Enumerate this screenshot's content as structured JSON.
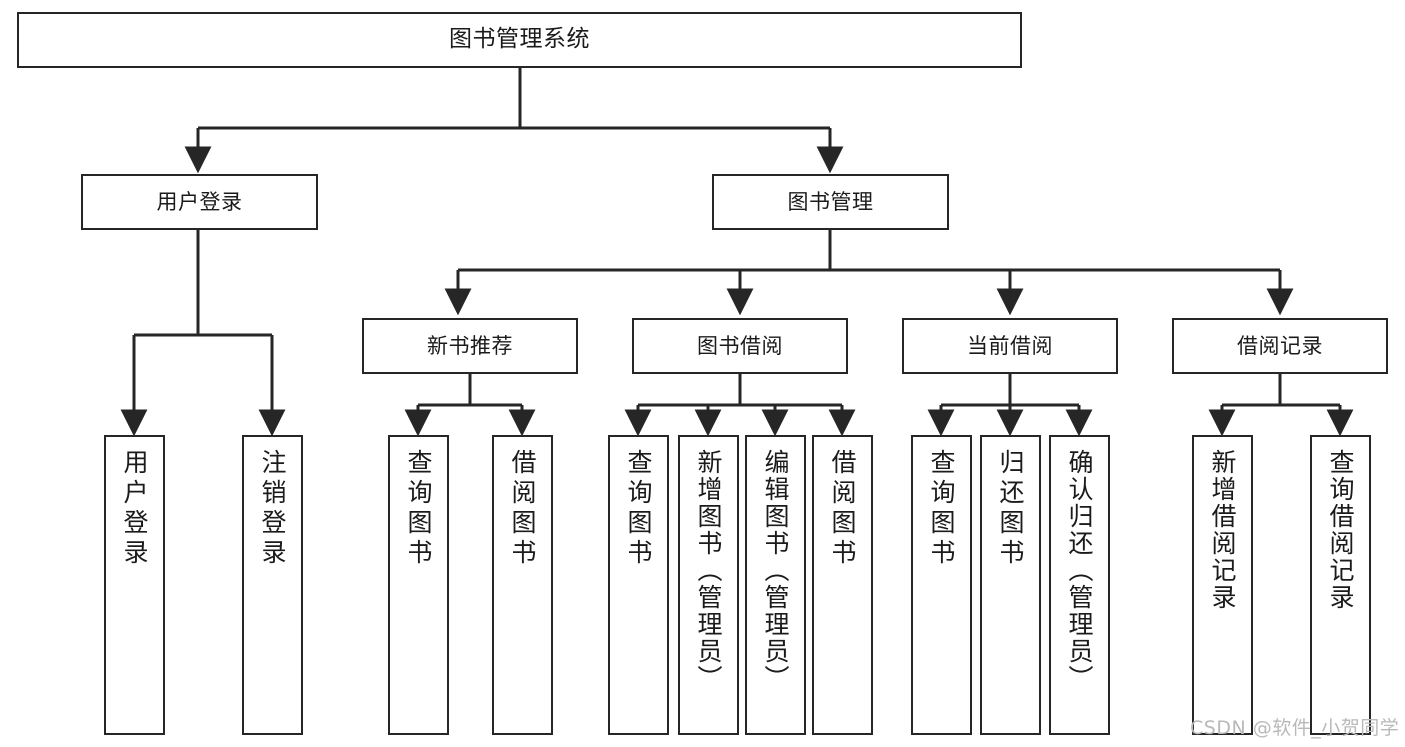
{
  "diagram": {
    "title": "图书管理系统",
    "type": "tree-hierarchy-chart",
    "root": {
      "id": "root",
      "label": "图书管理系统"
    },
    "level1": [
      {
        "id": "user-login",
        "label": "用户登录"
      },
      {
        "id": "book-manage",
        "label": "图书管理"
      }
    ],
    "level2": [
      {
        "id": "new-book-rec",
        "label": "新书推荐"
      },
      {
        "id": "book-borrow",
        "label": "图书借阅"
      },
      {
        "id": "current-borrow",
        "label": "当前借阅"
      },
      {
        "id": "borrow-record",
        "label": "借阅记录"
      }
    ],
    "leaves": [
      {
        "id": "leaf-user-login",
        "label": "用户登录",
        "parent": "user-login"
      },
      {
        "id": "leaf-user-logout",
        "label": "注销登录",
        "parent": "user-login"
      },
      {
        "id": "leaf-query-book-1",
        "label": "查询图书",
        "parent": "new-book-rec"
      },
      {
        "id": "leaf-borrow-book-1",
        "label": "借阅图书",
        "parent": "new-book-rec"
      },
      {
        "id": "leaf-query-book-2",
        "label": "查询图书",
        "parent": "book-borrow"
      },
      {
        "id": "leaf-add-book",
        "label": "新增图书（管理员）",
        "parent": "book-borrow"
      },
      {
        "id": "leaf-edit-book",
        "label": "编辑图书（管理员）",
        "parent": "book-borrow"
      },
      {
        "id": "leaf-borrow-book-2",
        "label": "借阅图书",
        "parent": "book-borrow"
      },
      {
        "id": "leaf-query-book-3",
        "label": "查询图书",
        "parent": "current-borrow"
      },
      {
        "id": "leaf-return-book",
        "label": "归还图书",
        "parent": "current-borrow"
      },
      {
        "id": "leaf-confirm-return",
        "label": "确认归还（管理员）",
        "parent": "current-borrow"
      },
      {
        "id": "leaf-add-record",
        "label": "新增借阅记录",
        "parent": "borrow-record"
      },
      {
        "id": "leaf-query-record",
        "label": "查询借阅记录",
        "parent": "borrow-record"
      }
    ],
    "colors": {
      "box_border": "#262626",
      "box_fill": "#ffffff",
      "edge": "#262626",
      "text": "#1b1b1b",
      "watermark": "#b9b9b9"
    }
  },
  "watermark": {
    "text": "CSDN @软件_小贺同学"
  }
}
